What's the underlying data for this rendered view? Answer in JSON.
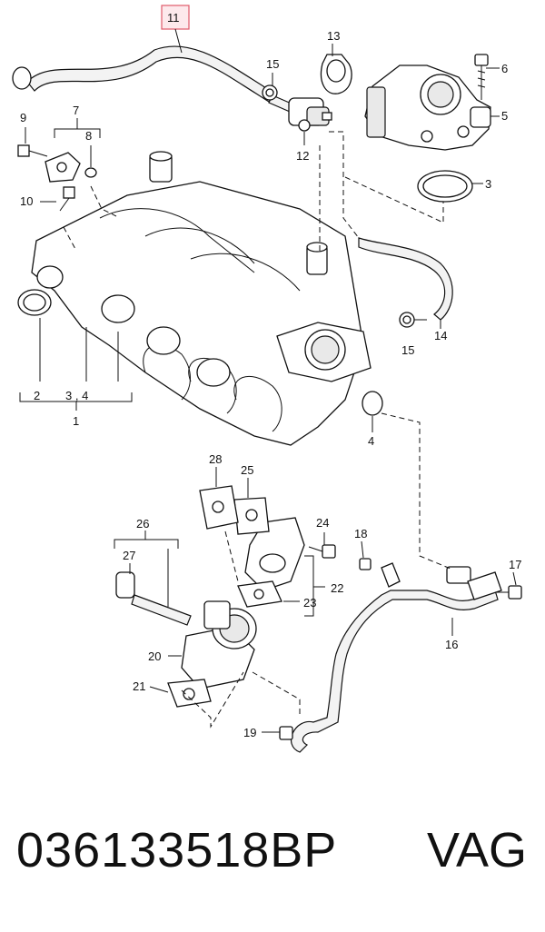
{
  "callouts": {
    "c1": "1",
    "c2": "2",
    "c3": "3",
    "c34": "3 , 4",
    "c4": "4",
    "c5": "5",
    "c6": "6",
    "c7": "7",
    "c8": "8",
    "c9": "9",
    "c10": "10",
    "c11": "11",
    "c12": "12",
    "c13": "13",
    "c14": "14",
    "c15a": "15",
    "c15b": "15",
    "c16": "16",
    "c17": "17",
    "c18": "18",
    "c19": "19",
    "c20": "20",
    "c21": "21",
    "c22": "22",
    "c23": "23",
    "c24": "24",
    "c25": "25",
    "c26": "26",
    "c27": "27",
    "c28": "28"
  },
  "highlight": {
    "part": "11",
    "color": "#e05a6a"
  },
  "caption": {
    "part_number": "036133518BP",
    "brand": "VAG"
  }
}
